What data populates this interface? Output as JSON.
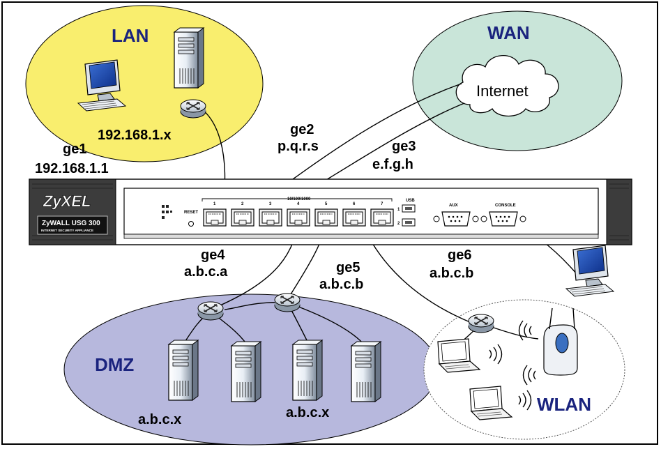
{
  "zones": {
    "lan": "LAN",
    "wan": "WAN",
    "dmz": "DMZ",
    "wlan": "WLAN"
  },
  "cloud_label": "Internet",
  "interfaces": {
    "ge1": {
      "name": "ge1",
      "ip": "192.168.1.1"
    },
    "ge2": {
      "name": "ge2",
      "ip": "p.q.r.s"
    },
    "ge3": {
      "name": "ge3",
      "ip": "e.f.g.h"
    },
    "ge4": {
      "name": "ge4",
      "ip": "a.b.c.a"
    },
    "ge5": {
      "name": "ge5",
      "ip": "a.b.c.b"
    },
    "ge6": {
      "name": "ge6",
      "ip": "a.b.c.b"
    }
  },
  "lan_subnet": "192.168.1.x",
  "dmz_hosts": [
    "a.b.c.x",
    "a.b.c.x"
  ],
  "device": {
    "brand": "ZyXEL",
    "model": "ZyWALL USG 300",
    "tagline": "INTERNET SECURITY APPLIANCE",
    "reset": "RESET",
    "port_group": "10/100/1000",
    "ports": [
      "1",
      "2",
      "3",
      "4",
      "5",
      "6",
      "7"
    ],
    "usb": "USB",
    "usb_ports": [
      "1",
      "2"
    ],
    "aux": "AUX",
    "console": "CONSOLE"
  },
  "colors": {
    "lan": "#f9ee6e",
    "wan": "#c9e5d9",
    "dmz": "#b7b8dd",
    "wlan": "#ffffff",
    "zone_text": "#1a237e"
  }
}
